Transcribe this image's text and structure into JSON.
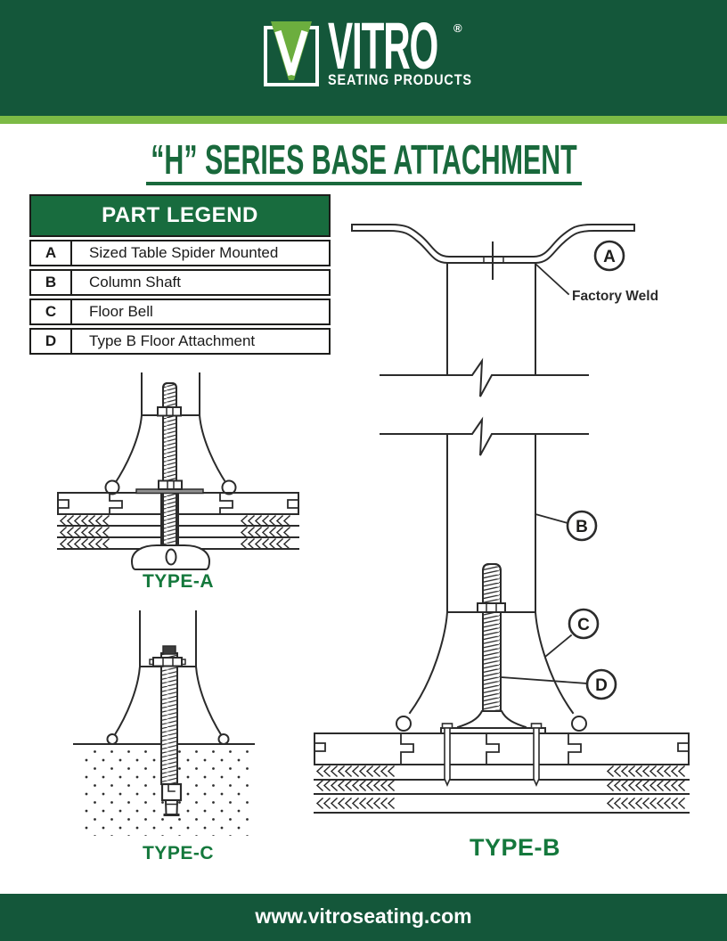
{
  "header": {
    "brand": "VITRO",
    "registered": "®",
    "tagline": "SEATING PRODUCTS",
    "logo_letter": "V"
  },
  "title": "“H” SERIES BASE ATTACHMENT",
  "legend": {
    "header": "PART LEGEND",
    "rows": [
      {
        "key": "A",
        "label": "Sized Table Spider Mounted"
      },
      {
        "key": "B",
        "label": "Column Shaft"
      },
      {
        "key": "C",
        "label": "Floor Bell"
      },
      {
        "key": "D",
        "label": "Type B Floor Attachment"
      }
    ]
  },
  "diagrams": {
    "type_a": {
      "caption": "TYPE-A"
    },
    "type_b": {
      "caption": "TYPE-B",
      "annotation": "Factory Weld",
      "callouts": {
        "a": "A",
        "b": "B",
        "c": "C",
        "d": "D"
      }
    },
    "type_c": {
      "caption": "TYPE-C"
    }
  },
  "footer": {
    "url": "www.vitroseating.com"
  },
  "colors": {
    "header_green": "#14573A",
    "stripe_green": "#7CBA45",
    "logo_green": "#6CAE3E",
    "title_green": "#19693C",
    "caption_green": "#14783C",
    "legend_header_green": "#186C3E",
    "line_color": "#2B2B2B"
  }
}
